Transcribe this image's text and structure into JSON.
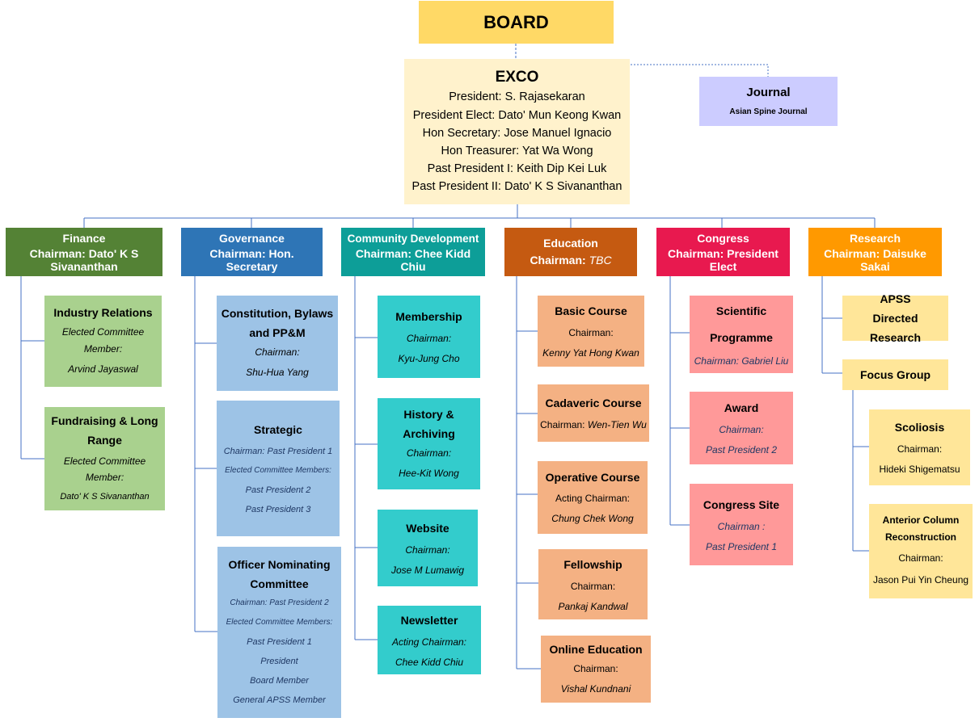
{
  "board": {
    "title": "BOARD",
    "color": "#ffd966"
  },
  "exco": {
    "title": "EXCO",
    "color": "#fff2cc",
    "lines": [
      "President: S. Rajasekaran",
      "President Elect: Dato' Mun Keong Kwan",
      "Hon Secretary: Jose Manuel Ignacio",
      "Hon Treasurer: Yat Wa Wong",
      "Past President I: Keith Dip Kei Luk",
      "Past President II: Dato' K S Sivananthan"
    ]
  },
  "journal": {
    "title": "Journal",
    "subtitle": "Asian Spine Journal",
    "color": "#ccccff"
  },
  "departments": {
    "finance": {
      "name": "Finance",
      "chair": "Chairman: Dato' K S Sivananthan",
      "header_color": "#548235",
      "child_color": "#a9d18e",
      "children": {
        "industry": {
          "title": "Industry Relations",
          "lines": [
            "Elected Committee Member:",
            "Arvind Jayaswal"
          ]
        },
        "fundraising": {
          "title": "Fundraising & Long Range",
          "lines": [
            "Elected Committee Member:",
            "Dato' K S Sivananthan"
          ]
        }
      }
    },
    "governance": {
      "name": "Governance",
      "chair": "Chairman: Hon. Secretary",
      "header_color": "#2e75b6",
      "child_color": "#9dc3e6",
      "children": {
        "constitution": {
          "title": "Constitution, Bylaws and PP&M",
          "lines": [
            "Chairman:",
            "Shu-Hua Yang"
          ]
        },
        "strategic": {
          "title": "Strategic",
          "lines": [
            "Chairman: Past President 1",
            "Elected Committee Members:",
            "Past President 2",
            "Past President 3"
          ]
        },
        "officer": {
          "title": "Officer Nominating Committee",
          "lines": [
            "Chairman: Past President 2",
            "Elected Committee Members:",
            "Past President 1",
            "President",
            "Board Member",
            "General APSS Member"
          ]
        }
      }
    },
    "community": {
      "name": "Community Development",
      "chair": "Chairman: Chee Kidd Chiu",
      "header_color": "#0d9e98",
      "child_color": "#33cccc",
      "children": {
        "membership": {
          "title": "Membership",
          "lines": [
            "Chairman:",
            "Kyu-Jung Cho"
          ]
        },
        "history": {
          "title": "History & Archiving",
          "lines": [
            "Chairman:",
            "Hee-Kit Wong"
          ]
        },
        "website": {
          "title": "Website",
          "lines": [
            "Chairman:",
            "Jose M Lumawig"
          ]
        },
        "newsletter": {
          "title": "Newsletter",
          "lines": [
            "Acting Chairman:",
            "Chee Kidd Chiu"
          ]
        }
      }
    },
    "education": {
      "name": "Education",
      "chair_label": "Chairman: ",
      "chair_value": "TBC",
      "header_color": "#c55a11",
      "child_color": "#f4b183",
      "children": {
        "basic": {
          "title": "Basic Course",
          "lines": [
            "Chairman:",
            "Kenny Yat Hong Kwan"
          ]
        },
        "cadaveric": {
          "title": "Cadaveric Course",
          "chair_label": "Chairman: ",
          "chair_value": "Wen-Tien Wu"
        },
        "operative": {
          "title": "Operative Course",
          "lines": [
            "Acting Chairman:",
            "Chung Chek Wong"
          ]
        },
        "fellowship": {
          "title": "Fellowship",
          "lines": [
            "Chairman:",
            "Pankaj Kandwal"
          ]
        },
        "online": {
          "title": "Online Education",
          "lines": [
            "Chairman:",
            "Vishal Kundnani"
          ]
        }
      }
    },
    "congress": {
      "name": "Congress",
      "chair": "Chairman: President Elect",
      "header_color": "#e8194f",
      "child_color": "#ff9999",
      "children": {
        "scientific": {
          "title": "Scientific Programme",
          "lines": [
            "Chairman: Gabriel Liu"
          ]
        },
        "award": {
          "title": "Award",
          "lines": [
            "Chairman:",
            "Past President 2"
          ]
        },
        "site": {
          "title": "Congress Site",
          "lines": [
            "Chairman :",
            "Past President 1"
          ]
        }
      }
    },
    "research": {
      "name": "Research",
      "chair": "Chairman: Daisuke Sakai",
      "header_color": "#ff9900",
      "child_color": "#ffe699",
      "children": {
        "apss": {
          "title": "APSS Directed Research"
        },
        "focus": {
          "title": "Focus Group"
        },
        "scoliosis": {
          "title": "Scoliosis",
          "lines": [
            "Chairman:",
            "Hideki Shigematsu"
          ]
        },
        "anterior": {
          "title": "Anterior Column Reconstruction",
          "lines": [
            "Chairman:",
            "Jason Pui Yin Cheung"
          ]
        }
      }
    }
  }
}
